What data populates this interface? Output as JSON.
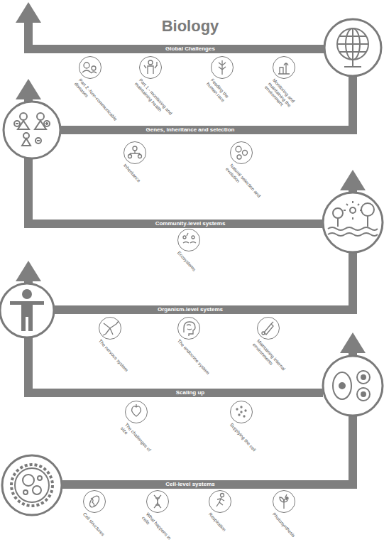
{
  "diagram": {
    "title": "Biology",
    "nodes": [
      {
        "text": [
          "Global Challenges"
        ]
      },
      {
        "text": [
          "Part 2 -Non-communicable diseases"
        ]
      },
      {
        "text": [
          "Part 1 - monitoring and maintaining health"
        ]
      },
      {
        "text": [
          "Feeding the human race"
        ]
      },
      {
        "text": [
          "Monitoring and maintaining the environment"
        ]
      },
      {
        "text": [
          "Genes, inheritance and selection"
        ]
      },
      {
        "text": [
          "Inheritance"
        ]
      },
      {
        "text": [
          "Natural selection and evolution"
        ]
      },
      {
        "text": [
          "Community-level systems"
        ]
      },
      {
        "text": [
          "Ecosystems"
        ]
      },
      {
        "text": [
          "Organism-level systems"
        ]
      },
      {
        "text": [
          "The nervous system"
        ]
      },
      {
        "text": [
          "The endocrine system"
        ]
      },
      {
        "text": [
          "Maintaining internal environments"
        ]
      },
      {
        "text": [
          "Scaling up"
        ]
      },
      {
        "text": [
          "The challenges of size"
        ]
      },
      {
        "text": [
          "Supplying the cell"
        ]
      },
      {
        "text": [
          "Cell-level systems"
        ]
      },
      {
        "text": [
          "Cell structures"
        ]
      },
      {
        "text": [
          "What happens in cells"
        ]
      },
      {
        "text": [
          "Respiration"
        ]
      },
      {
        "text": [
          "Photosynthesis"
        ]
      }
    ],
    "edges": [
      {
        "from": 17,
        "to": 14,
        "arrow": "to"
      },
      {
        "from": 14,
        "to": 10,
        "arrow": "to"
      },
      {
        "from": 10,
        "to": 8,
        "arrow": "to"
      },
      {
        "from": 8,
        "to": 5,
        "arrow": "to"
      },
      {
        "from": 5,
        "to": 0,
        "arrow": "none"
      }
    ]
  }
}
